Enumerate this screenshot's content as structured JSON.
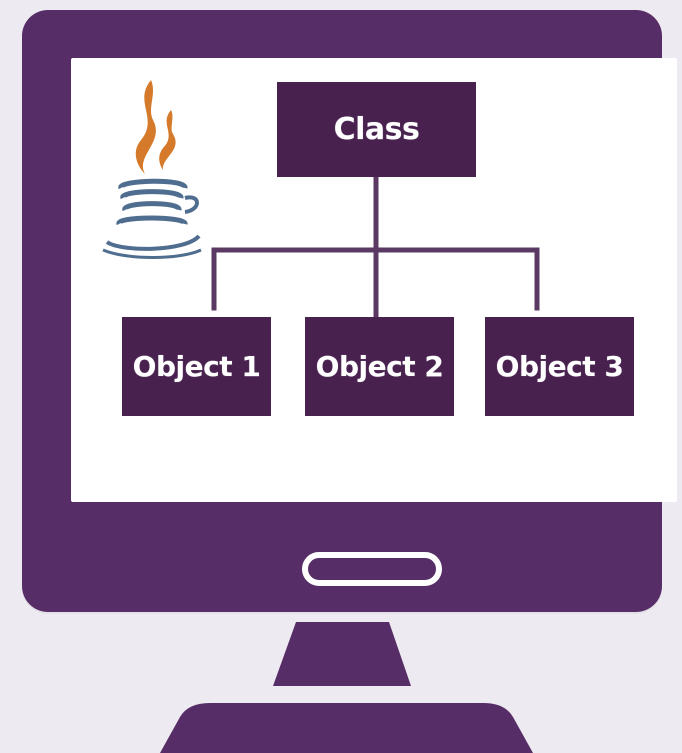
{
  "diagram": {
    "root": {
      "label": "Class"
    },
    "children": [
      {
        "label": "Object 1"
      },
      {
        "label": "Object 2"
      },
      {
        "label": "Object 3"
      }
    ]
  },
  "icons": {
    "logo": "java-coffee-cup-icon"
  },
  "colors": {
    "background": "#eeeaf1",
    "monitor": "#562d67",
    "node": "#48214f",
    "logo_flame": "#d57a2a",
    "logo_cup": "#4f6e8f",
    "screen": "#ffffff"
  }
}
